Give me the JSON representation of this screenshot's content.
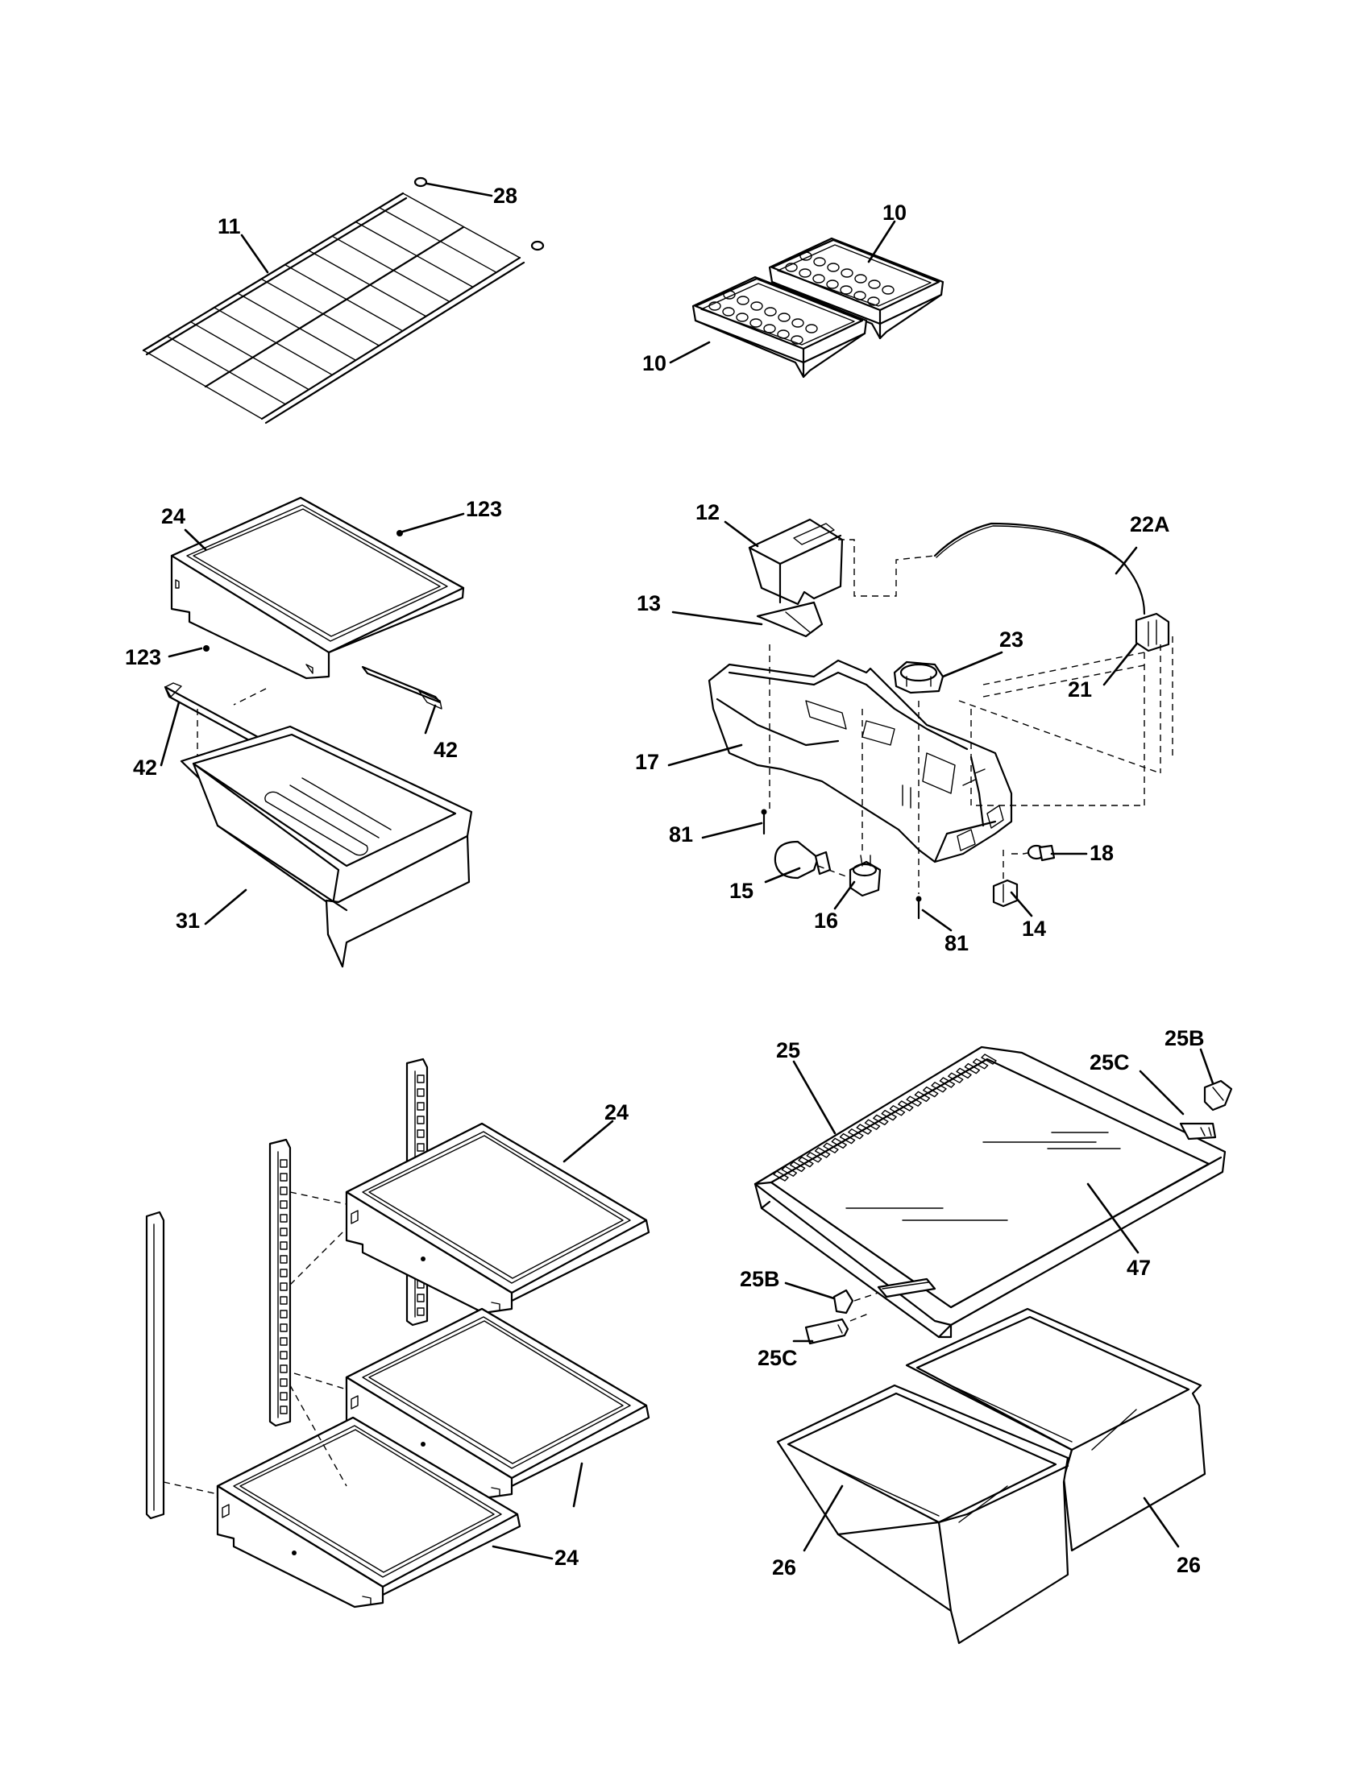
{
  "callouts": {
    "p11": "11",
    "p28": "28",
    "p10a": "10",
    "p10b": "10",
    "p24a": "24",
    "p123a": "123",
    "p123b": "123",
    "p42a": "42",
    "p42b": "42",
    "p31": "31",
    "p12": "12",
    "p13": "13",
    "p22A": "22A",
    "p23": "23",
    "p21": "21",
    "p17": "17",
    "p81a": "81",
    "p81b": "81",
    "p15": "15",
    "p16": "16",
    "p14": "14",
    "p18": "18",
    "p24b": "24",
    "p24c": "24",
    "p25": "25",
    "p25C_top": "25C",
    "p25B_top": "25B",
    "p47": "47",
    "p25B_bot": "25B",
    "p25C_bot": "25C",
    "p26a": "26",
    "p26b": "26"
  }
}
